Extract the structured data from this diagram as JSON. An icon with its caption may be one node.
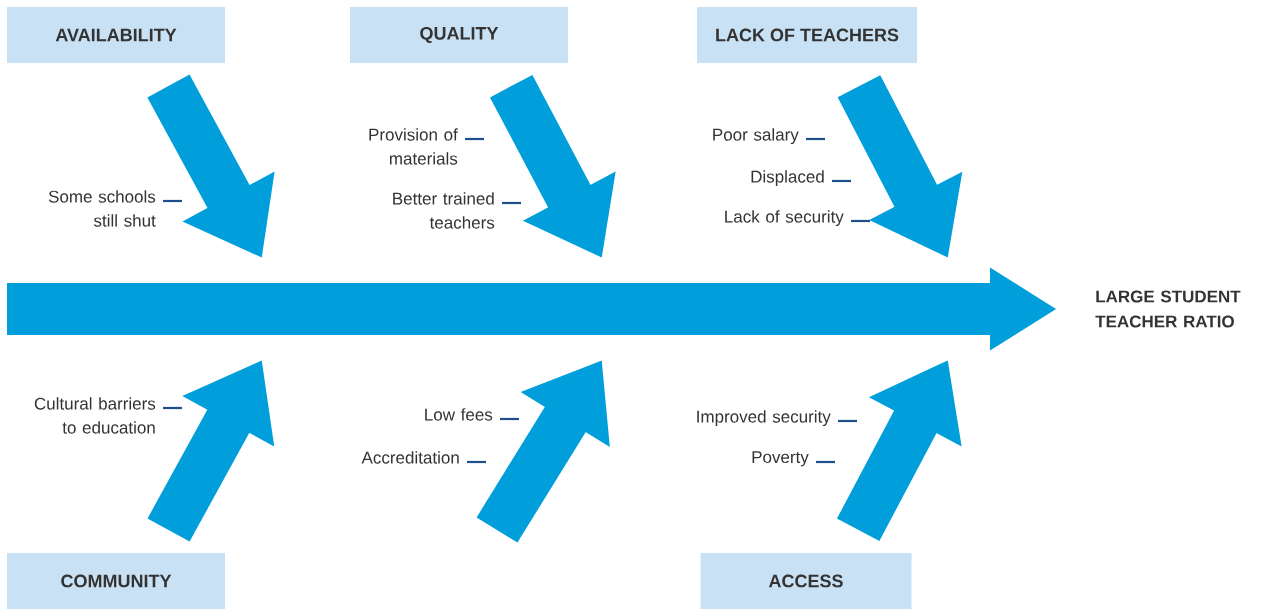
{
  "diagram": {
    "nodes": [
      {
        "text": [
          "AVAILABILITY"
        ]
      },
      {
        "text": [
          "QUALITY"
        ]
      },
      {
        "text": [
          "LACK OF TEACHERS"
        ]
      },
      {
        "text": [
          "LARGE STUDENT TEACHER RATIO"
        ]
      },
      {
        "text": [
          "COMMUNITY"
        ]
      },
      {
        "text": [
          "ACCESS"
        ]
      }
    ],
    "edges": [
      {
        "from": 0,
        "to": null,
        "arrow": "to"
      },
      {
        "from": 1,
        "to": null,
        "arrow": "to"
      },
      {
        "from": 2,
        "to": null,
        "arrow": "to"
      },
      {
        "from": null,
        "to": 3,
        "arrow": "to"
      },
      {
        "from": 4,
        "to": null,
        "arrow": "to"
      },
      {
        "from": 5,
        "to": null,
        "arrow": "to"
      }
    ],
    "labels": [
      "Provision of materials",
      "Poor salary",
      "Displaced",
      "Some schools still shut",
      "Better trained teachers",
      "Lack of security",
      "Cultural barriers to education",
      "Low fees",
      "Improved security",
      "Accreditation",
      "Poverty"
    ]
  }
}
